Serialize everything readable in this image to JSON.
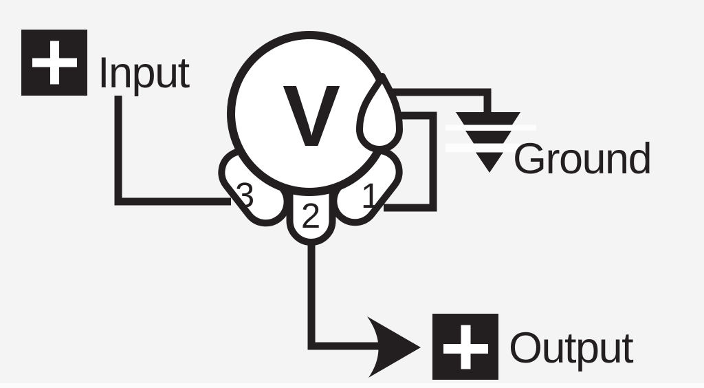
{
  "diagram": {
    "component": {
      "letter": "V",
      "kind": "volume-potentiometer"
    },
    "labels": {
      "input": "Input",
      "ground": "Ground",
      "output": "Output"
    },
    "lugs": [
      {
        "number": "3",
        "connects_to": "input"
      },
      {
        "number": "2",
        "connects_to": "output"
      },
      {
        "number": "1",
        "connects_to": "ground"
      }
    ],
    "icons": {
      "input_polarity": "plus-in-square",
      "output_polarity": "plus-in-square",
      "ground": "earth-ground-symbol",
      "signal_flow": "right-arrowhead"
    },
    "colors": {
      "ink": "#231f20",
      "background": "#f5f4f5",
      "fill_white": "#ffffff"
    }
  }
}
